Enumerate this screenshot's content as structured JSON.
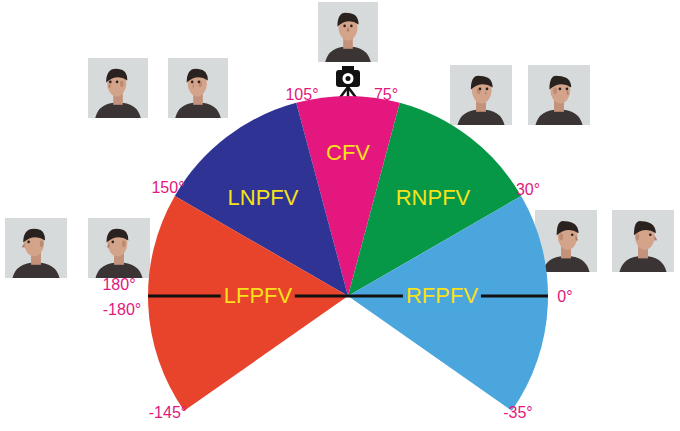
{
  "diagram": {
    "nodes": [
      {
        "text": [
          "CFV"
        ]
      },
      {
        "text": [
          "LNPFV"
        ]
      },
      {
        "text": [
          "RNPFV"
        ]
      },
      {
        "text": [
          "LFPFV"
        ]
      },
      {
        "text": [
          "RFPFV"
        ]
      }
    ],
    "labels": [
      "105°",
      "75°",
      "150°",
      "30°",
      "180°",
      "-180°",
      "0°",
      "-145°",
      "-35°"
    ]
  }
}
